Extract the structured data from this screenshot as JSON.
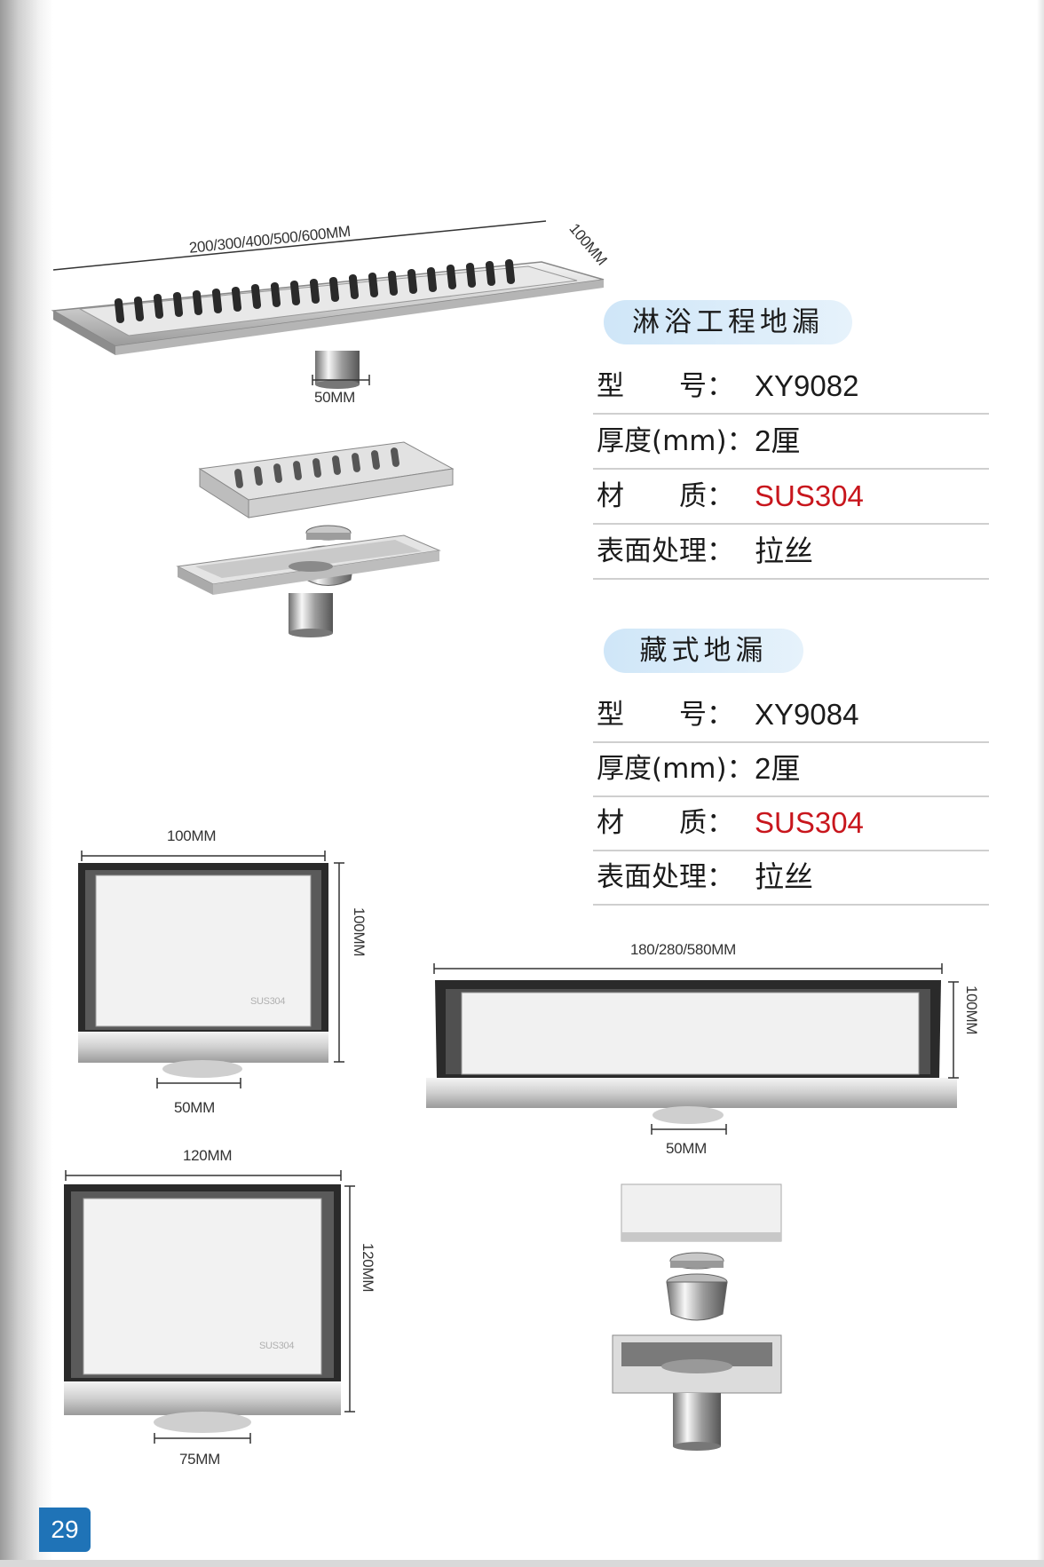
{
  "page_number": "29",
  "top_product": {
    "dim_length": "200/300/400/500/600MM",
    "dim_width": "100MM",
    "dim_outlet": "50MM",
    "title": "淋浴工程地漏",
    "specs": [
      {
        "label": "型　　号：",
        "value": "XY9082",
        "highlight": false
      },
      {
        "label": "厚度(mm)：",
        "value": "2厘",
        "highlight": false
      },
      {
        "label": "材　　质：",
        "value": "SUS304",
        "highlight": true
      },
      {
        "label": "表面处理：",
        "value": "拉丝",
        "highlight": false
      }
    ]
  },
  "hidden_product": {
    "title": "藏式地漏",
    "specs": [
      {
        "label": "型　　号：",
        "value": "XY9084",
        "highlight": false
      },
      {
        "label": "厚度(mm)：",
        "value": "2厘",
        "highlight": false
      },
      {
        "label": "材　　质：",
        "value": "SUS304",
        "highlight": true
      },
      {
        "label": "表面处理：",
        "value": "拉丝",
        "highlight": false
      }
    ],
    "square_small": {
      "dim_top": "100MM",
      "dim_side": "100MM",
      "dim_outlet": "50MM",
      "engraving": "SUS304"
    },
    "square_large": {
      "dim_top": "120MM",
      "dim_side": "120MM",
      "dim_outlet": "75MM",
      "engraving": "SUS304"
    },
    "linear": {
      "dim_top": "180/280/580MM",
      "dim_side": "100MM",
      "dim_outlet": "50MM"
    }
  }
}
